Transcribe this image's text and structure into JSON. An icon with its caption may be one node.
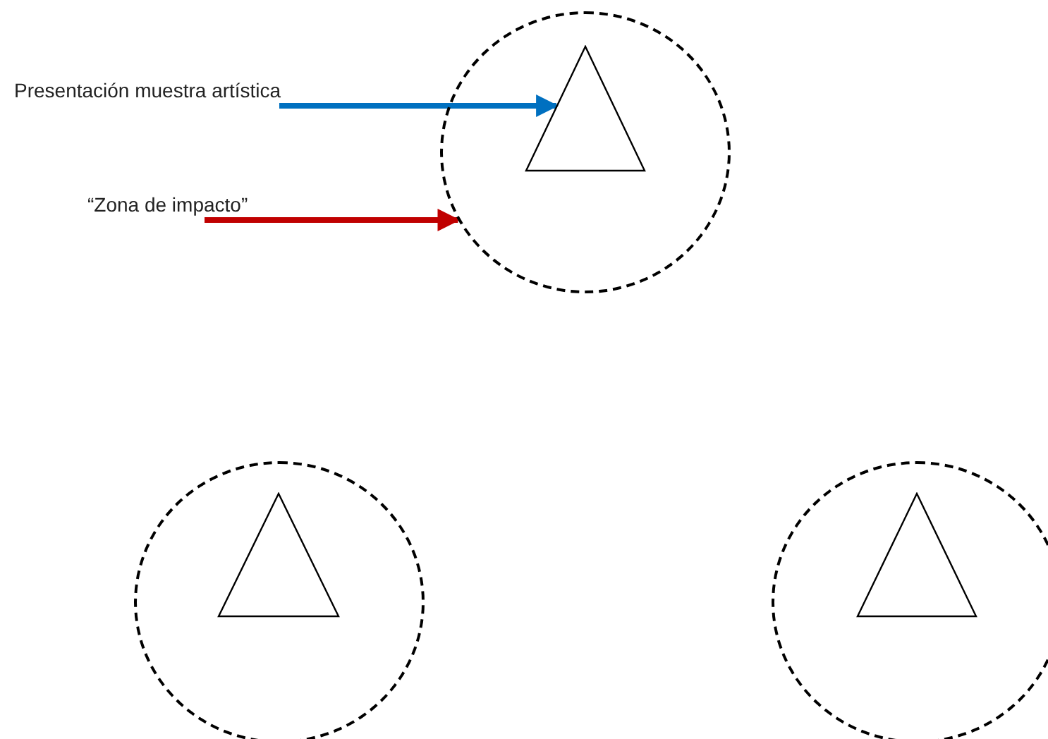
{
  "diagram": {
    "nodes": [
      {
        "text": [
          "Presentación muestra artística"
        ]
      },
      {
        "text": [],
        "shape": "circle"
      },
      {
        "text": [],
        "shape": "triangle",
        "in": 1
      },
      {
        "text": [
          "“Zona de impacto”"
        ]
      },
      {
        "text": [],
        "shape": "circle"
      },
      {
        "text": [],
        "shape": "triangle",
        "in": 4
      },
      {
        "text": [],
        "shape": "circle"
      },
      {
        "text": [],
        "shape": "triangle",
        "in": 6
      }
    ],
    "edges": [
      {
        "from": 0,
        "to": 2,
        "arrow": "to",
        "color": "#0070c0"
      },
      {
        "from": 3,
        "to": 1,
        "arrow": "to",
        "color": "#c00000"
      }
    ]
  }
}
